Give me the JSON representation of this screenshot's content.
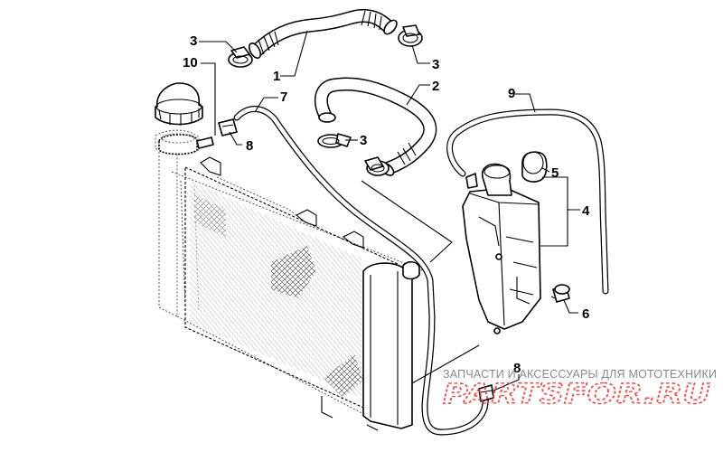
{
  "callouts": [
    {
      "id": "1",
      "text": "1"
    },
    {
      "id": "2",
      "text": "2"
    },
    {
      "id": "3a",
      "text": "3"
    },
    {
      "id": "3b",
      "text": "3"
    },
    {
      "id": "3c",
      "text": "3"
    },
    {
      "id": "4",
      "text": "4"
    },
    {
      "id": "5",
      "text": "5"
    },
    {
      "id": "6",
      "text": "6"
    },
    {
      "id": "7",
      "text": "7"
    },
    {
      "id": "8a",
      "text": "8"
    },
    {
      "id": "8b",
      "text": "8"
    },
    {
      "id": "9",
      "text": "9"
    },
    {
      "id": "10",
      "text": "10"
    }
  ],
  "watermark": {
    "tagline": "ЗАПЧАСТИ И АКСЕССУАРЫ ДЛЯ МОТОТЕХНИКИ",
    "logo_text": "PARTSFOR.RU",
    "logo_color": "#e03a3a"
  }
}
